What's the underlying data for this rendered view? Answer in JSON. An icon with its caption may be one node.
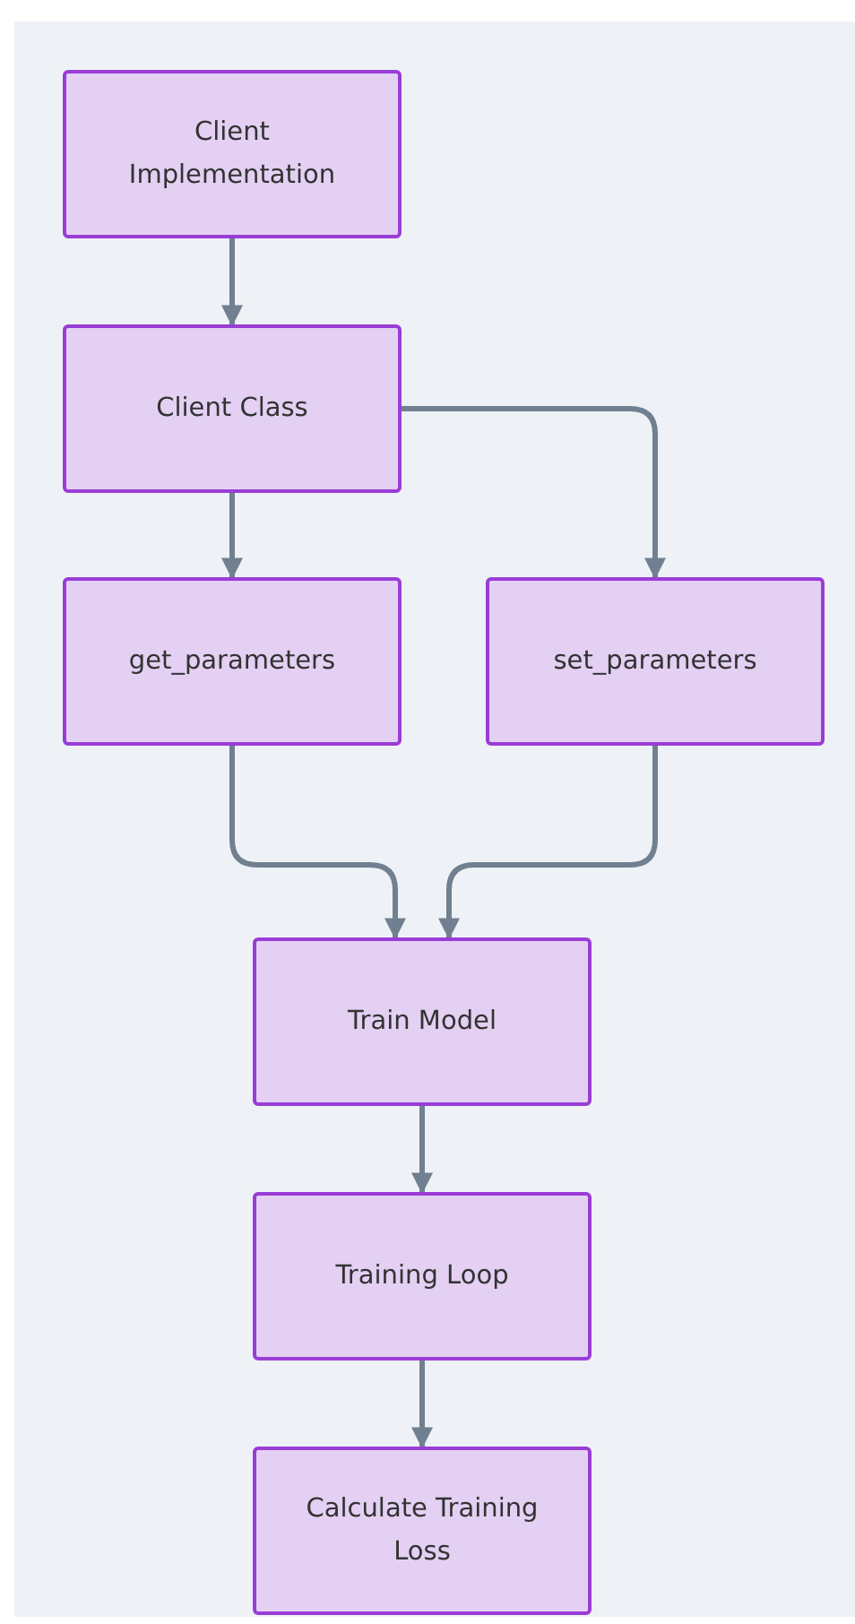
{
  "diagram": {
    "nodes": [
      {
        "text": [
          "Client Implementation"
        ]
      },
      {
        "text": [
          "Client Class"
        ]
      },
      {
        "text": [
          "get_parameters"
        ]
      },
      {
        "text": [
          "set_parameters"
        ]
      },
      {
        "text": [
          "Train Model"
        ]
      },
      {
        "text": [
          "Training Loop"
        ]
      },
      {
        "text": [
          "Calculate Training Loss"
        ]
      }
    ],
    "edges": [
      {
        "from": 0,
        "to": 1,
        "arrow": "to"
      },
      {
        "from": 1,
        "to": 2,
        "arrow": "to"
      },
      {
        "from": 1,
        "to": 3,
        "arrow": "to"
      },
      {
        "from": 2,
        "to": 4,
        "arrow": "to"
      },
      {
        "from": 3,
        "to": 4,
        "arrow": "to"
      },
      {
        "from": 4,
        "to": 5,
        "arrow": "to"
      },
      {
        "from": 5,
        "to": 6,
        "arrow": "to"
      }
    ]
  }
}
